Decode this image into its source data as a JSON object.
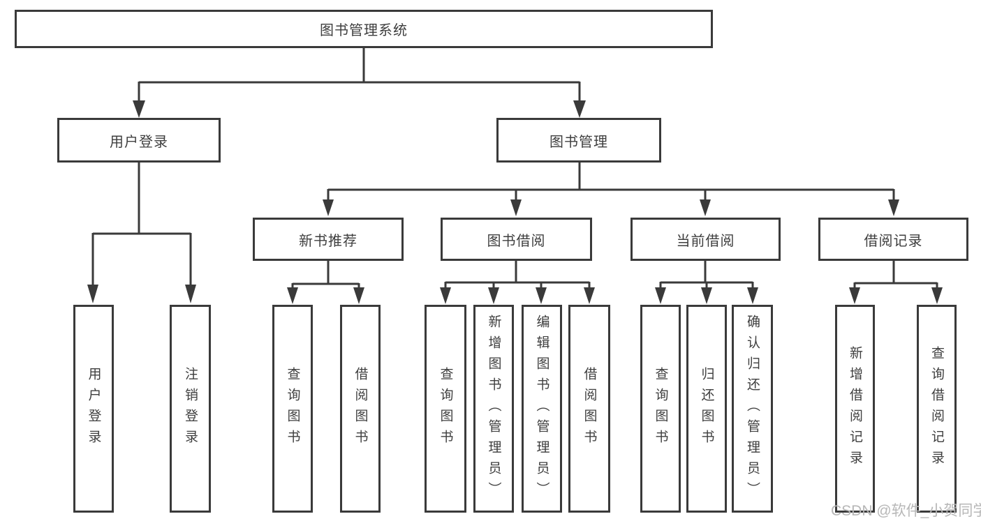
{
  "colors": {
    "line": "#3a3a3a",
    "box_border": "#3a3a3a",
    "text": "#3e3e3e",
    "watermark": "#b7b7b7",
    "background": "#ffffff"
  },
  "diagram": {
    "type": "tree",
    "nodes": {
      "root": "图书管理系统",
      "user_login": "用户登录",
      "book_mgmt": "图书管理",
      "new_rec": "新书推荐",
      "book_borrow": "图书借阅",
      "current_borrow": "当前借阅",
      "borrow_records": "借阅记录",
      "leaf_user_login": "用户登录",
      "leaf_logout": "注销登录",
      "leaf_rec_query": "查询图书",
      "leaf_rec_borrow": "借阅图书",
      "leaf_bb_query": "查询图书",
      "leaf_bb_add": "新增图书（管理员）",
      "leaf_bb_edit": "编辑图书（管理员）",
      "leaf_bb_borrow": "借阅图书",
      "leaf_cb_query": "查询图书",
      "leaf_cb_return": "归还图书",
      "leaf_cb_confirm": "确认归还（管理员）",
      "leaf_br_add": "新增借阅记录",
      "leaf_br_query": "查询借阅记录"
    },
    "edges": [
      [
        "图书管理系统",
        "用户登录"
      ],
      [
        "图书管理系统",
        "图书管理"
      ],
      [
        "用户登录",
        "用户登录"
      ],
      [
        "用户登录",
        "注销登录"
      ],
      [
        "图书管理",
        "新书推荐"
      ],
      [
        "图书管理",
        "图书借阅"
      ],
      [
        "图书管理",
        "当前借阅"
      ],
      [
        "图书管理",
        "借阅记录"
      ],
      [
        "新书推荐",
        "查询图书"
      ],
      [
        "新书推荐",
        "借阅图书"
      ],
      [
        "图书借阅",
        "查询图书"
      ],
      [
        "图书借阅",
        "新增图书（管理员）"
      ],
      [
        "图书借阅",
        "编辑图书（管理员）"
      ],
      [
        "图书借阅",
        "借阅图书"
      ],
      [
        "当前借阅",
        "查询图书"
      ],
      [
        "当前借阅",
        "归还图书"
      ],
      [
        "当前借阅",
        "确认归还（管理员）"
      ],
      [
        "借阅记录",
        "新增借阅记录"
      ],
      [
        "借阅记录",
        "查询借阅记录"
      ]
    ]
  },
  "watermark": "CSDN @软件_小贺同学"
}
